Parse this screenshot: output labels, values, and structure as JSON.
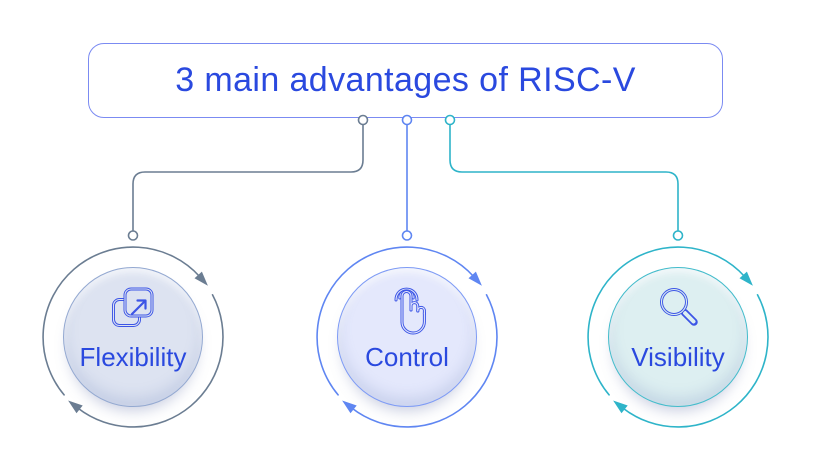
{
  "title": {
    "text": "3 main advantages of RISC-V"
  },
  "items": [
    {
      "label": "Flexibility",
      "icon": "expand-squares-icon",
      "color": "#6b7d92",
      "disc_fill": "#dde3f1",
      "disc_border": "#94a9d1"
    },
    {
      "label": "Control",
      "icon": "tap-hand-icon",
      "color": "#5f86f2",
      "disc_fill": "#e4e8fc",
      "disc_border": "#7e9bf5"
    },
    {
      "label": "Visibility",
      "icon": "magnifier-icon",
      "color": "#2eb4c9",
      "disc_fill": "#ddeff1",
      "disc_border": "#43bccb"
    }
  ],
  "colors": {
    "accent_text": "#2a49df",
    "box_border": "#7b8bf2",
    "icon_stroke": "#3c55e6",
    "background": "#ffffff"
  }
}
